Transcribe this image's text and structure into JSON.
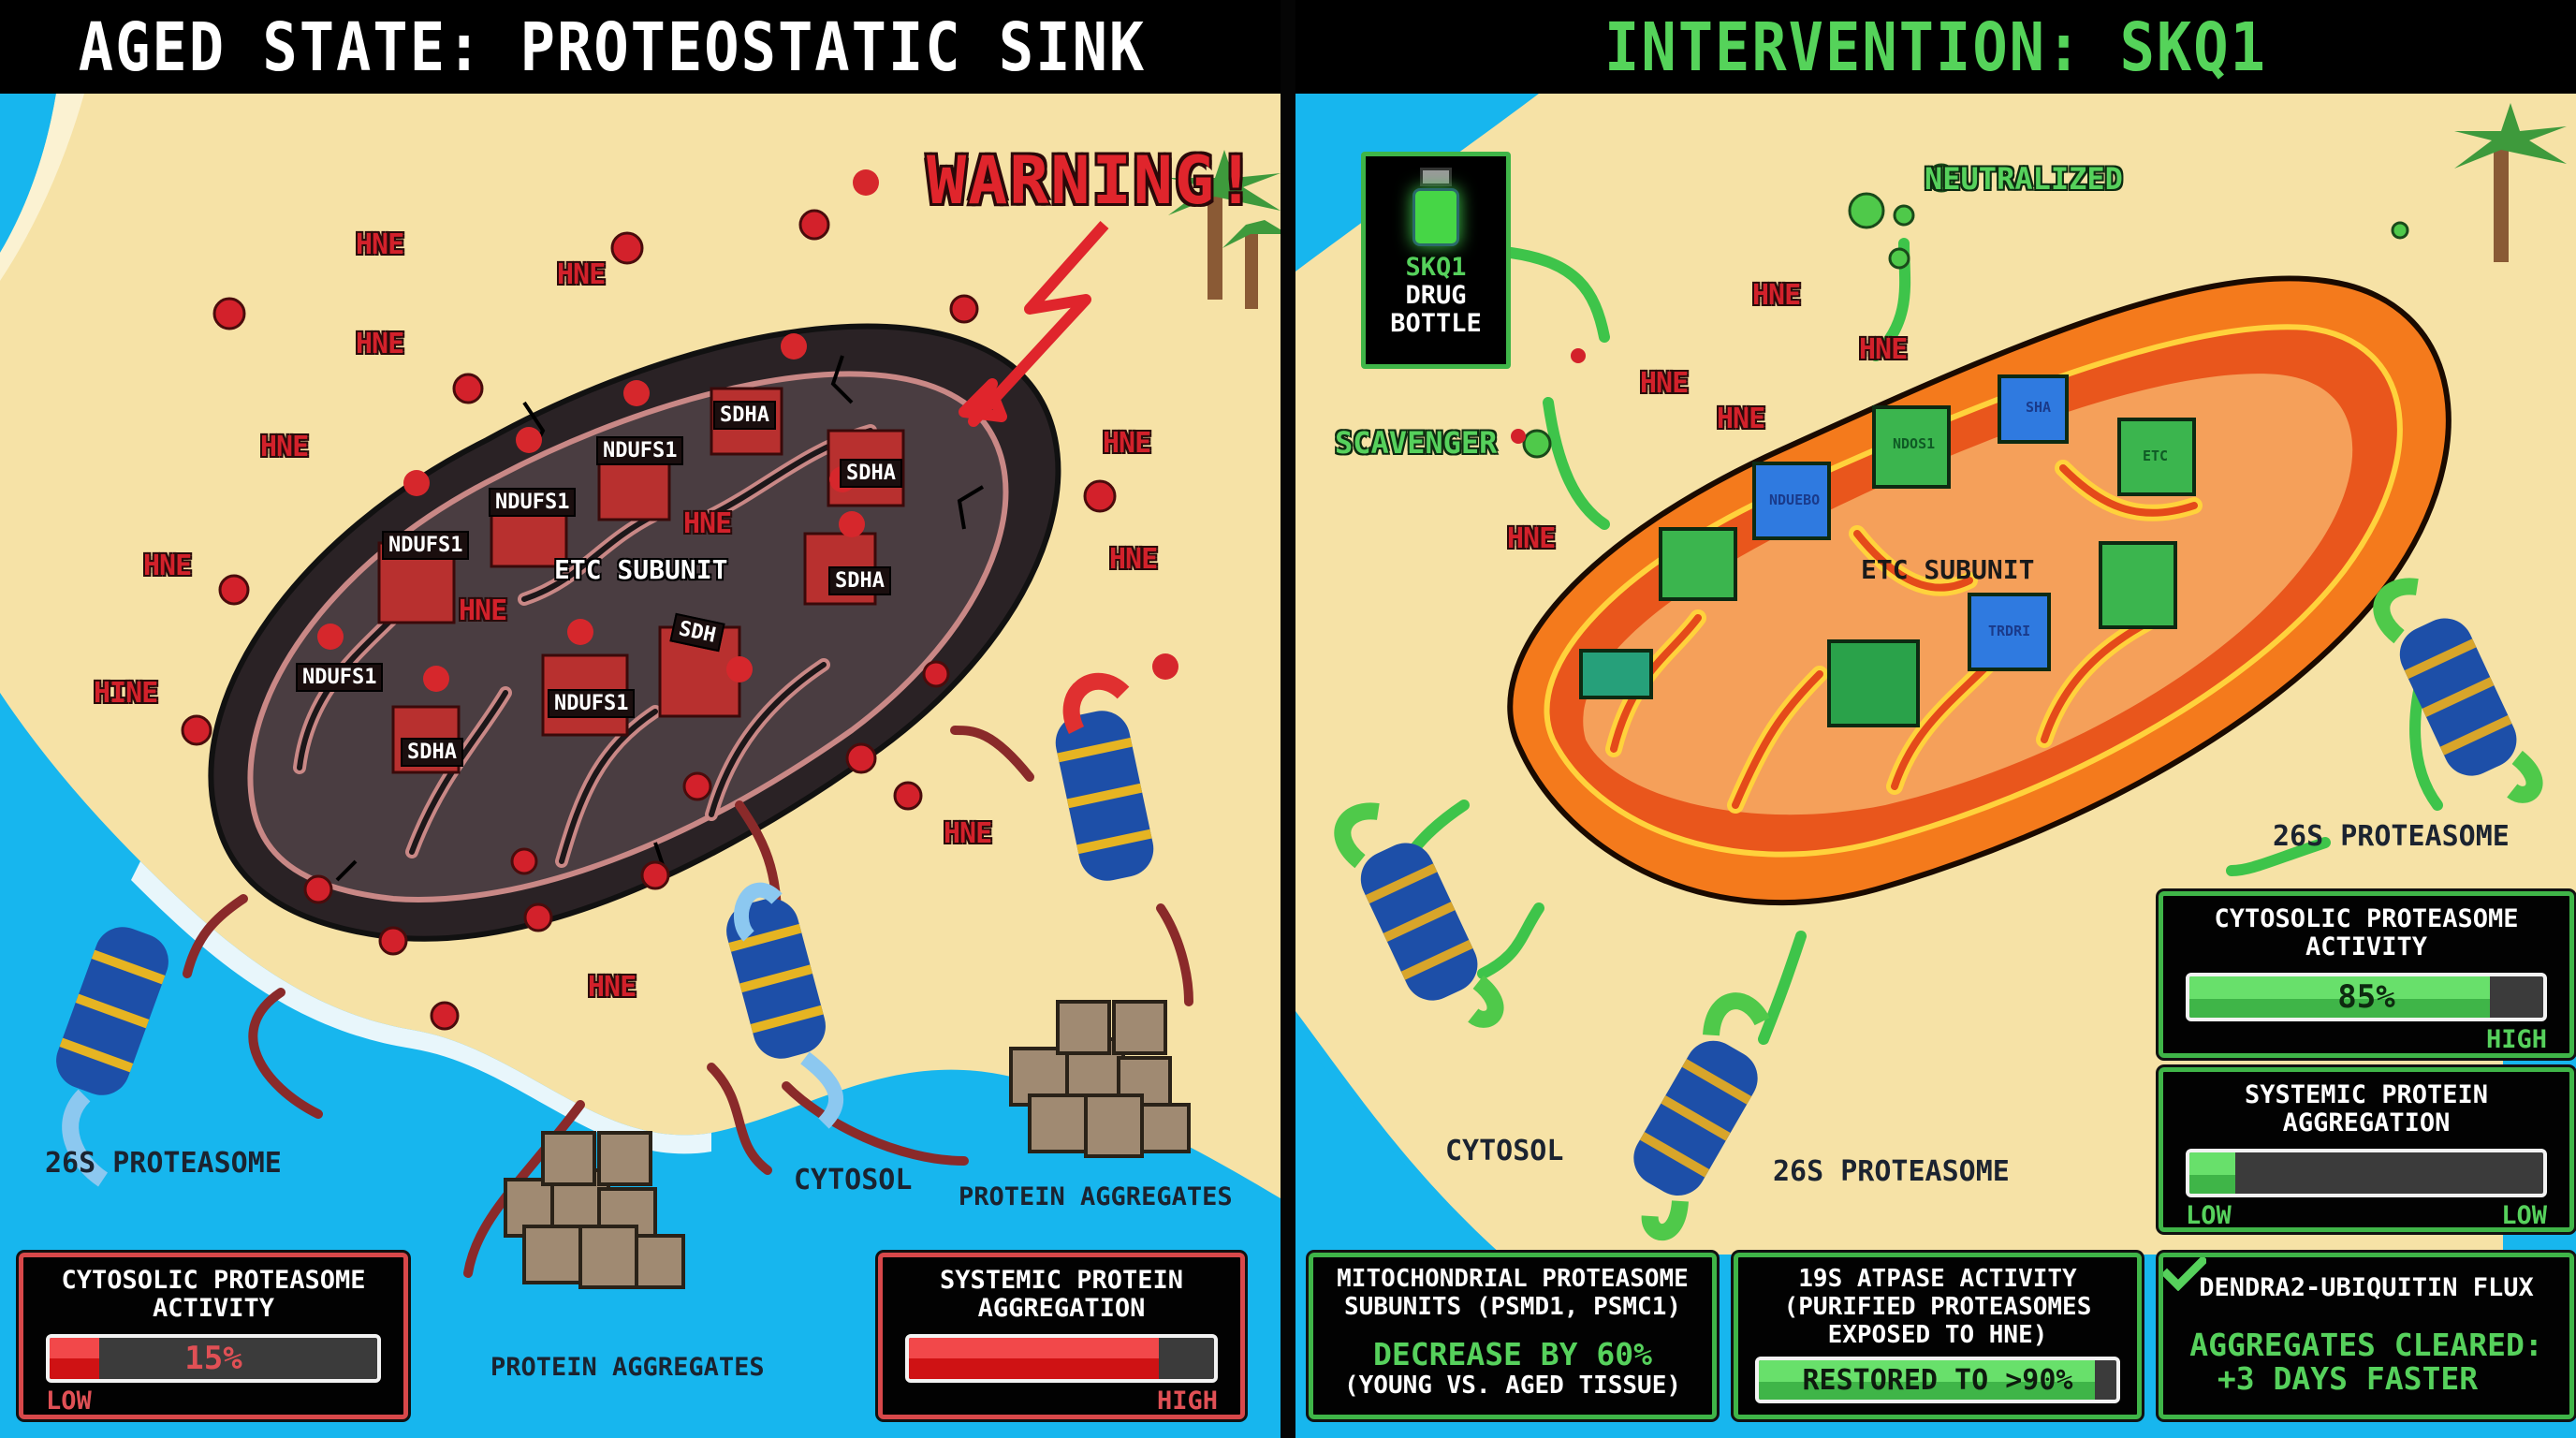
{
  "left_panel": {
    "title": "AGED STATE: PROTEOSTATIC SINK",
    "warning": "WARNING!",
    "hne_label": "HNE",
    "hne_misprint": "HINE",
    "etc_label": "ETC SUBUNIT",
    "subunit_tags": [
      "NDUFS1",
      "NDUFS1",
      "NDUFS1",
      "NDUFS1",
      "NDUFS1",
      "SDHA",
      "SDHA",
      "SDHA",
      "SDHA",
      "SDH"
    ],
    "labels": {
      "proteasome": "26S PROTEASOME",
      "cytosol": "CYTOSOL",
      "aggregates_right": "PROTEIN AGGREGATES",
      "aggregates_bottom": "PROTEIN AGGREGATES"
    },
    "cards": {
      "cytosolic": {
        "title_line1": "CYTOSOLIC PROTEASOME",
        "title_line2": "ACTIVITY",
        "value": "15%",
        "fill_percent": 15,
        "low_label": "LOW"
      },
      "aggregation": {
        "title_line1": "SYSTEMIC PROTEIN",
        "title_line2": "AGGREGATION",
        "fill_percent": 82,
        "high_label": "HIGH"
      }
    }
  },
  "right_panel": {
    "title": "INTERVENTION: SKQ1",
    "bottle": {
      "line1": "SKQ1",
      "line2": "DRUG",
      "line3": "BOTTLE"
    },
    "neutralized": "NEUTRALIZED",
    "scavenger": "SCAVENGER",
    "hne_label": "HNE",
    "etc_label": "ETC SUBUNIT",
    "cube_labels": [
      "NDUEBO",
      "NDOS1",
      "SHA",
      "ETC",
      "TRDRI"
    ],
    "labels": {
      "proteasome_top": "26S PROTEASOME",
      "proteasome_bottom": "26S PROTEASOME",
      "cytosol": "CYTOSOL"
    },
    "cards": {
      "cytosolic": {
        "title_line1": "CYTOSOLIC PROTEASOME",
        "title_line2": "ACTIVITY",
        "value": "85%",
        "fill_percent": 85,
        "high_label": "HIGH"
      },
      "aggregation": {
        "title_line1": "SYSTEMIC PROTEIN",
        "title_line2": "AGGREGATION",
        "fill_percent": 13,
        "low_left": "LOW",
        "low_right": "LOW"
      },
      "mito": {
        "title_line1": "MITOCHONDRIAL PROTEASOME",
        "title_line2": "SUBUNITS (PSMD1, PSMC1)",
        "result": "DECREASE BY 60%",
        "note": "(YOUNG VS. AGED TISSUE)"
      },
      "atpase": {
        "title_line1": "19S ATPASE ACTIVITY",
        "title_line2": "(PURIFIED PROTEASOMES",
        "title_line3": "EXPOSED TO HNE)",
        "result": "RESTORED TO >90%",
        "fill_percent": 94
      },
      "flux": {
        "title": "DENDRA2-UBIQUITIN FLUX",
        "result_line1": "AGGREGATES CLEARED:",
        "result_line2": "+3 DAYS FASTER",
        "icon": "checkmark-icon"
      }
    }
  },
  "colors": {
    "sand": "#f6e2a6",
    "ocean": "#17b6ee",
    "aged_mito": "#3a3033",
    "healthy_mito": "#f47a1c",
    "danger_red": "#d3212b",
    "ok_green": "#56d15c"
  }
}
